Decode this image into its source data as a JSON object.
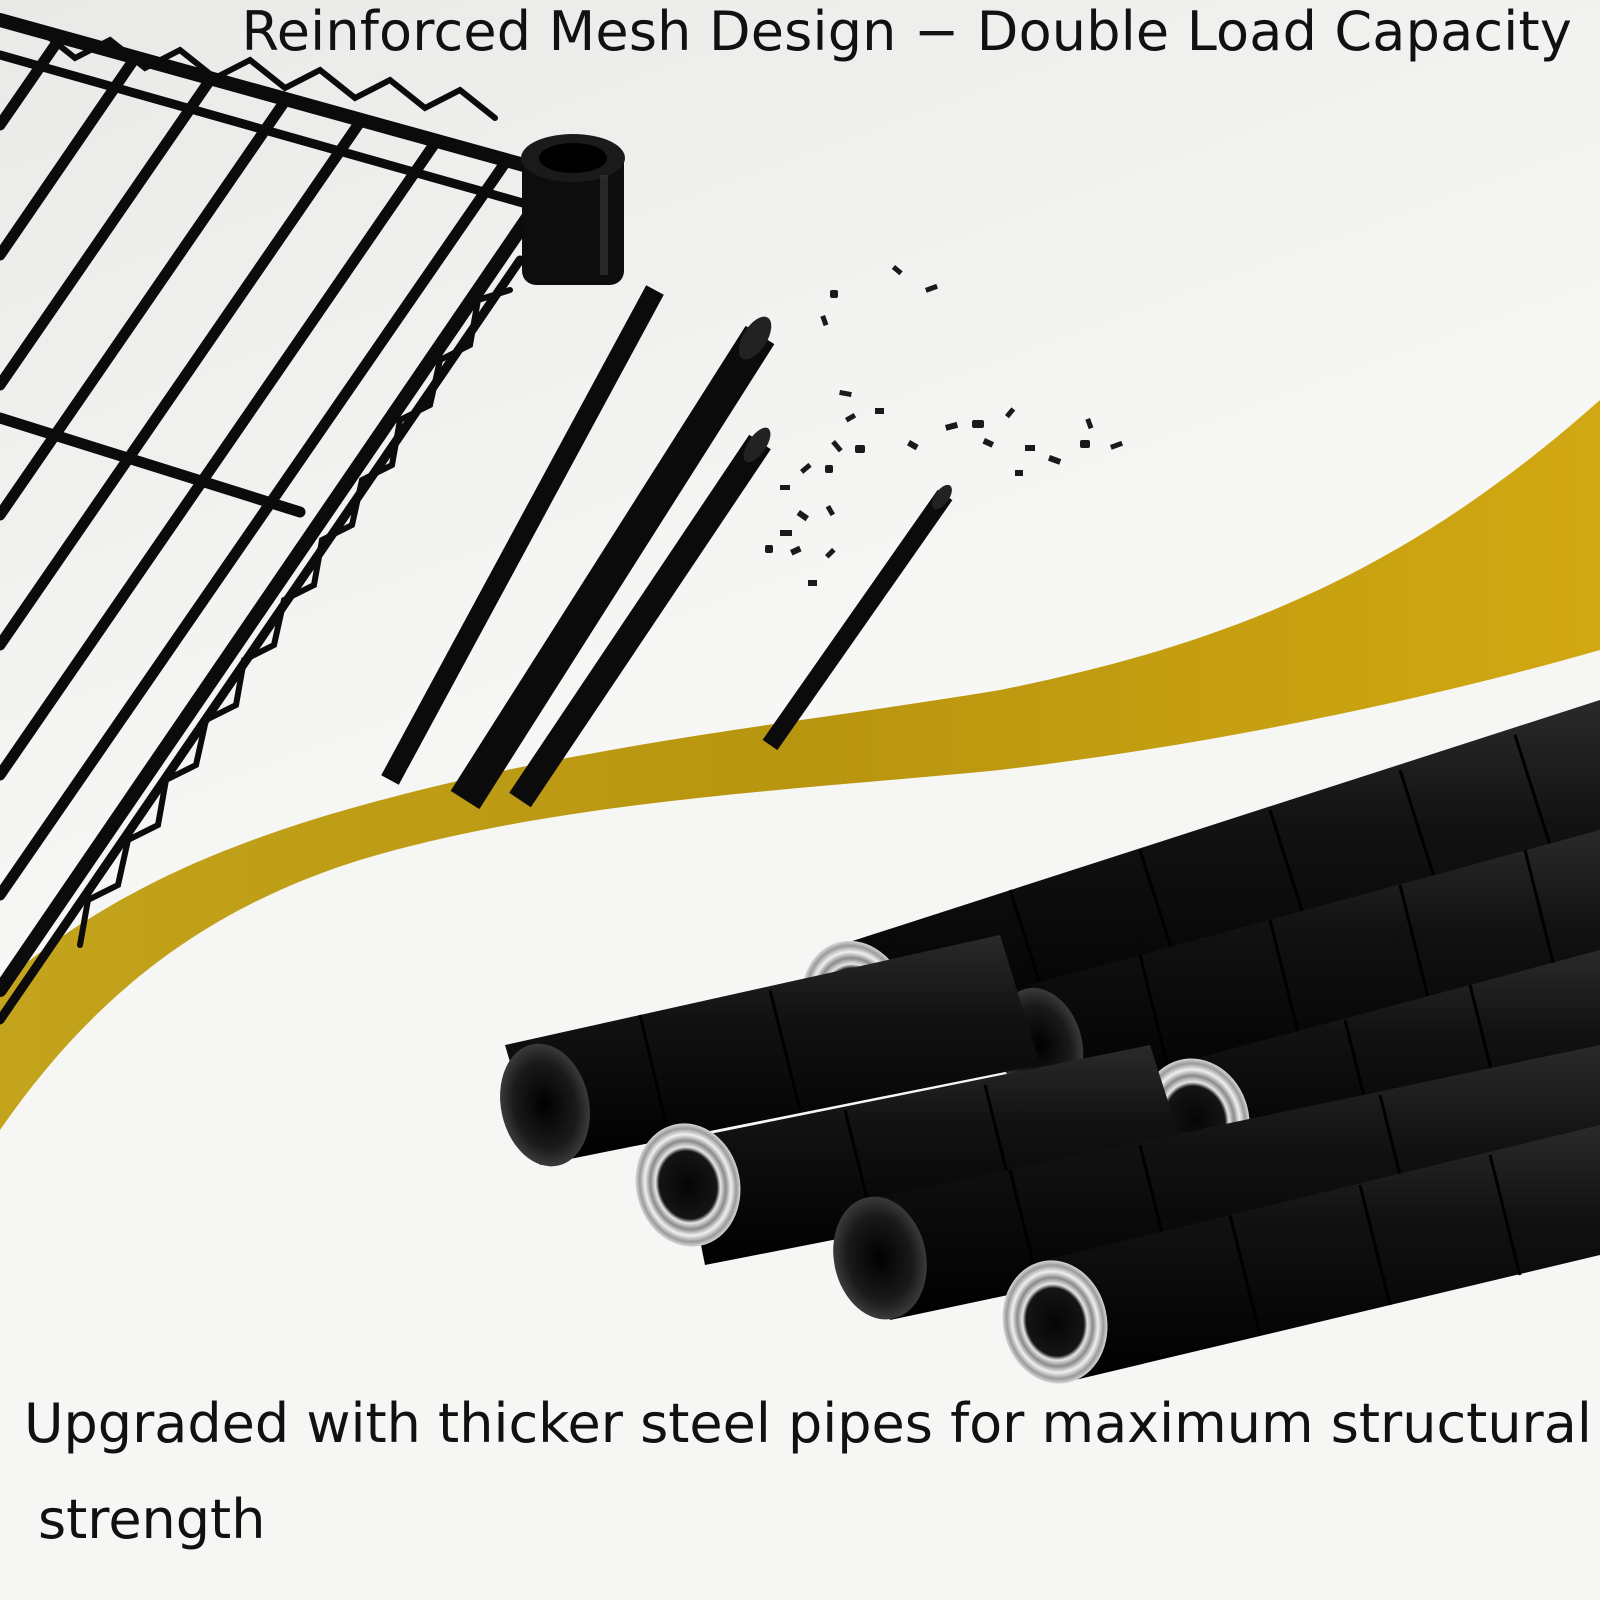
{
  "headline": {
    "text": "Reinforced Mesh Design  −  Double Load Capacity"
  },
  "caption": {
    "line1": "Upgraded with thicker steel pipes for maximum structural",
    "line2": " strength"
  },
  "colors": {
    "accent_gold": "#c9a21a",
    "product_black": "#0d0d0d",
    "background": "#f4f4f2",
    "thread_silver": "#c8c8c8"
  },
  "illustration": {
    "top": "black wire mesh shelf with tubular corner sleeve, loose steel rods and scattered screws",
    "bottom": "bundle of black segmented steel pipes with silver threaded ends"
  }
}
